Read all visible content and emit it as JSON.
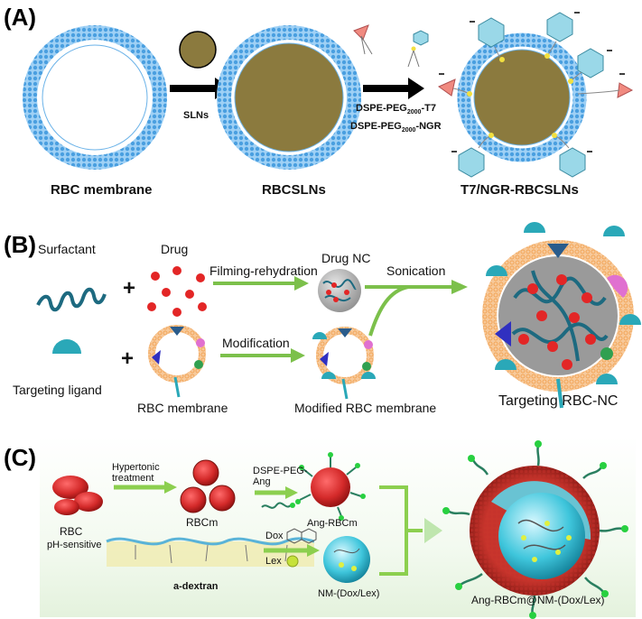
{
  "panelA": {
    "label": "(A)",
    "sln_label": "SLNs",
    "peg_t7_main": "DSPE-PEG",
    "peg_t7_sub": "2000",
    "peg_t7_tail": "-T7",
    "peg_ngr_main": "DSPE-PEG",
    "peg_ngr_sub": "2000",
    "peg_ngr_tail": "-NGR",
    "caption_rbc": "RBC membrane",
    "caption_rbcsln": "RBCSLNs",
    "caption_t7": "T7/NGR-RBCSLNs"
  },
  "panelB": {
    "label": "(B)",
    "surfactant": "Surfactant",
    "drug": "Drug",
    "filming": "Filming-rehydration",
    "drug_nc": "Drug NC",
    "sonication": "Sonication",
    "targeting_ligand": "Targeting ligand",
    "rbc_membrane": "RBC membrane",
    "modification": "Modification",
    "modified_rbc": "Modified RBC membrane",
    "targeting_rbc_nc": "Targeting RBC-NC",
    "plus": "+"
  },
  "panelC": {
    "label": "(C)",
    "hypertonic_1": "Hypertonic",
    "hypertonic_2": "treatment",
    "rbc": "RBC",
    "rbcm": "RBCm",
    "dspe_peg_1": "DSPE-PEG-",
    "dspe_peg_2": "Ang",
    "ang_rbcm": "Ang-RBCm",
    "ph_sensitive": "pH-sensitive",
    "dox": "Dox",
    "lex": "Lex",
    "a_dextran": "a-dextran",
    "nm": "NM-(Dox/Lex)",
    "final": "Ang-RBCm@NM-(Dox/Lex)"
  },
  "colors": {
    "membrane_blue": "#5aa9e6",
    "core_olive": "#8b7a3e",
    "arrow_green": "#7cc04b",
    "drug_red": "#e32626",
    "ligand_teal": "#2aa8b8",
    "rbc_red": "#d42a2a"
  }
}
